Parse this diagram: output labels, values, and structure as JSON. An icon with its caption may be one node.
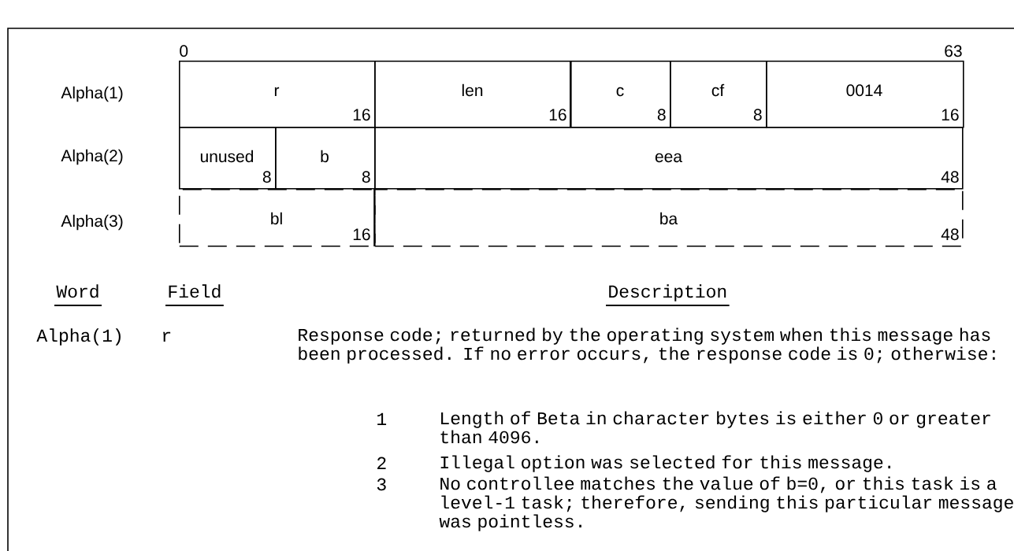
{
  "diagram": {
    "nodes": [
      {
        "text": [
          "r",
          "16"
        ]
      },
      {
        "text": [
          "len",
          "16"
        ]
      },
      {
        "text": [
          "c",
          "8"
        ]
      },
      {
        "text": [
          "cf",
          "8"
        ]
      },
      {
        "text": [
          "0014",
          "16"
        ]
      },
      {
        "text": [
          "unused",
          "8"
        ]
      },
      {
        "text": [
          "b",
          "8"
        ]
      },
      {
        "text": [
          "eea",
          "48"
        ]
      },
      {
        "text": [
          "bl",
          "16"
        ]
      },
      {
        "text": [
          "ba",
          "48"
        ]
      }
    ],
    "labels": [
      "0",
      "63",
      "Alpha(1)",
      "Alpha(2)",
      "Alpha(3)",
      "Word",
      "Field",
      "Description",
      "Alpha(1)",
      "r",
      "Response code; returned by the operating system when this message has been processed. If no error occurs, the response code is 0; otherwise:",
      "1",
      "Length of Beta in character bytes is either 0 or greater than 4096.",
      "2",
      "Illegal option was selected for this message.",
      "3",
      "No controllee matches the value of b=0, or this task is a level-1 task; therefore, sending this particular message was pointless."
    ]
  }
}
